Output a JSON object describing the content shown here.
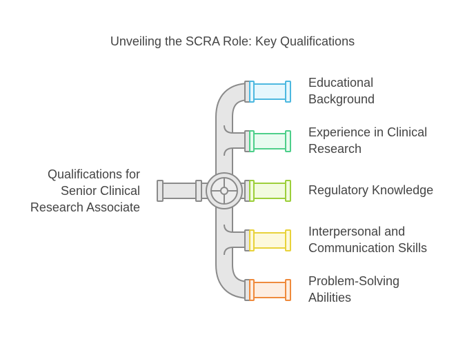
{
  "title": "Unveiling the SCRA Role: Key Qualifications",
  "source": {
    "lines": [
      "Qualifications for",
      "Senior Clinical",
      "Research Associate"
    ]
  },
  "branches": [
    {
      "lines": [
        "Educational",
        "Background"
      ],
      "color": "#4cb8e0",
      "fill": "#e6f7fd"
    },
    {
      "lines": [
        "Experience in Clinical",
        "Research"
      ],
      "color": "#4dcf8a",
      "fill": "#e8fbf0"
    },
    {
      "lines": [
        "Regulatory Knowledge"
      ],
      "color": "#9ccf3a",
      "fill": "#f2fbdf"
    },
    {
      "lines": [
        "Interpersonal and",
        "Communication Skills"
      ],
      "color": "#e8d23a",
      "fill": "#fdf9dc"
    },
    {
      "lines": [
        "Problem-Solving",
        "Abilities"
      ],
      "color": "#ef8a3c",
      "fill": "#fdeee2"
    }
  ]
}
